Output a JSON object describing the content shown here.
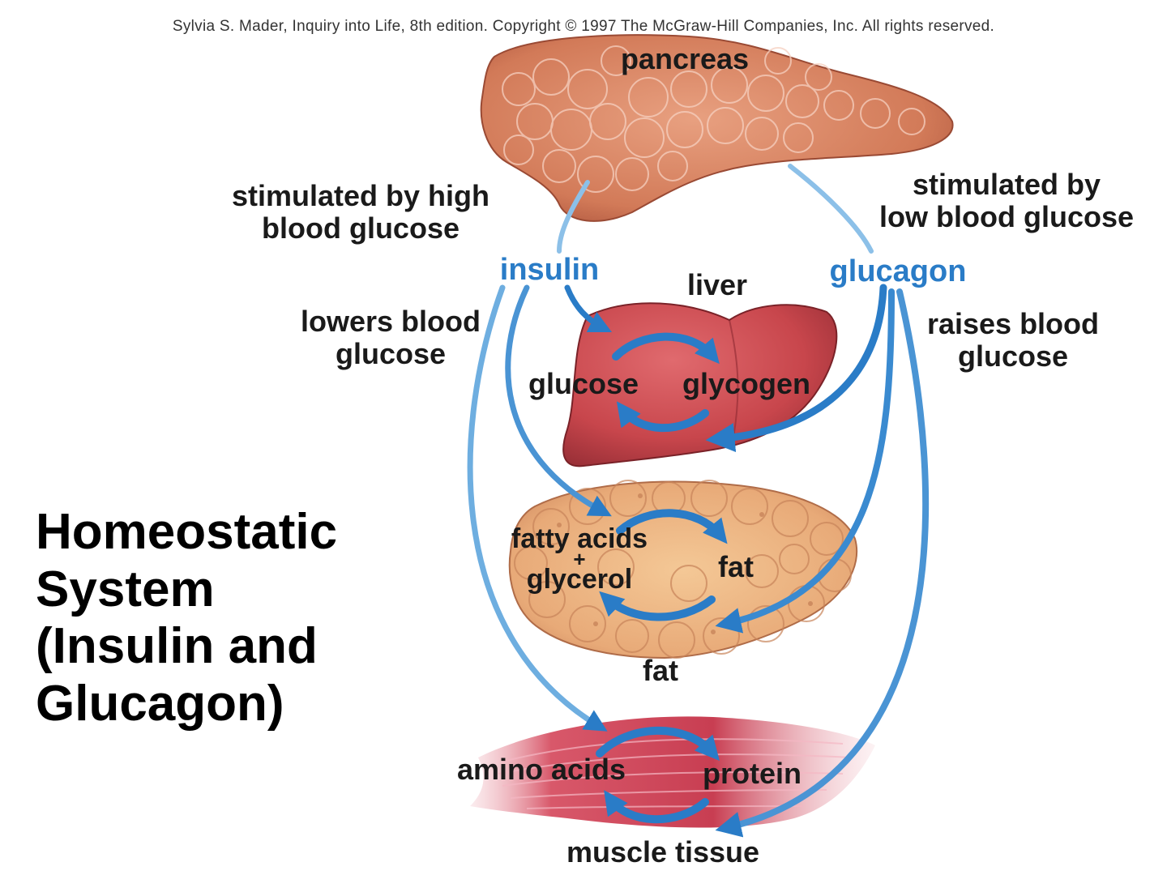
{
  "copyright": "Sylvia S. Mader, Inquiry into Life, 8th edition. Copyright © 1997 The McGraw-Hill Companies, Inc. All rights reserved.",
  "title": {
    "line1": "Homeostatic",
    "line2": "System",
    "line3": "(Insulin and",
    "line4": "Glucagon)"
  },
  "organs": {
    "pancreas": "pancreas",
    "liver": "liver",
    "fat": "fat",
    "muscle": "muscle tissue"
  },
  "hormones": {
    "insulin": "insulin",
    "glucagon": "glucagon",
    "color": "#2a7cc7"
  },
  "stimuli": {
    "high_line1": "stimulated by high",
    "high_line2": "blood glucose",
    "low_line1": "stimulated by",
    "low_line2": "low blood glucose"
  },
  "effects": {
    "lowers_line1": "lowers blood",
    "lowers_line2": "glucose",
    "raises_line1": "raises blood",
    "raises_line2": "glucose"
  },
  "cycles": {
    "liver_left": "glucose",
    "liver_right": "glycogen",
    "fat_left_line1": "fatty acids",
    "fat_plus": "+",
    "fat_left_line2": "glycerol",
    "fat_right": "fat",
    "muscle_left": "amino acids",
    "muscle_right": "protein"
  },
  "colors": {
    "pancreas": "#d98a6a",
    "liver": "#c84a4e",
    "fat_tissue": "#e9b58a",
    "muscle": "#d24a5e",
    "arrow_blue": "#2a7cc7",
    "arrow_light": "#8cc0e8"
  }
}
